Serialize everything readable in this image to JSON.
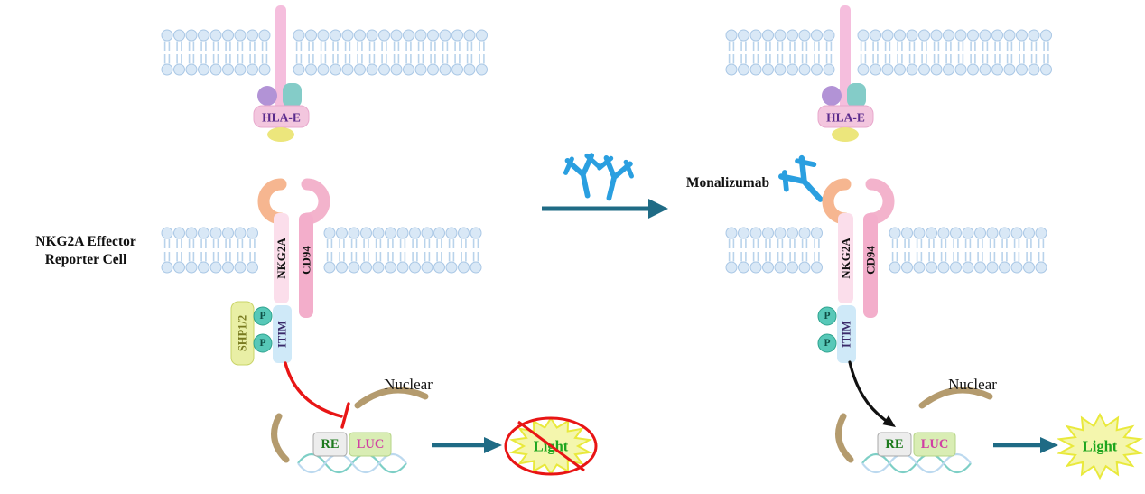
{
  "left": {
    "cell_line1": "NKG2A Effector",
    "cell_line2": "Reporter Cell",
    "hla_e": "HLA-E",
    "nkg2a": "NKG2A",
    "cd94": "CD94",
    "shp12": "SHP1/2",
    "p_top": "P",
    "p_bottom": "P",
    "itim": "ITIM",
    "nuclear": "Nuclear",
    "re": "RE",
    "luc": "LUC",
    "light": "Light"
  },
  "right": {
    "monalizumab": "Monalizumab",
    "hla_e": "HLA-E",
    "nkg2a": "NKG2A",
    "cd94": "CD94",
    "p_top": "P",
    "p_bottom": "P",
    "itim": "ITIM",
    "nuclear": "Nuclear",
    "re": "RE",
    "luc": "LUC",
    "light": "Light"
  },
  "colors": {
    "membrane_head": "#d9e8f6",
    "antibody_blue": "#2a9fe0",
    "hla_e_box_pink": "#f3c6de",
    "hla_e_text_purple": "#5a2a8c",
    "hla_e_stalk_pink": "#f5bedd",
    "beta2m_purple": "#b293d6",
    "peptide_teal": "#84ccc8",
    "peptide_yellow": "#ece67c",
    "nkg2a_peach": "#f6b690",
    "cd94_pink": "#f3aecb",
    "shp_box_yellowgreen": "#e9efa5",
    "shp_text_olive": "#787a1f",
    "phospho_teal": "#57c8b8",
    "itim_box_blue": "#cfe9f8",
    "itim_text_purple": "#3a2a6a",
    "inhibit_red": "#e81515",
    "activate_black": "#111111",
    "nucleus_tan": "#b49b6e",
    "re_text_green": "#1d7a1d",
    "luc_text_magenta": "#d13fa3",
    "light_text_green": "#1ea51e",
    "star_yellow": "#e9e93c",
    "arrow_teal": "#1f6b85",
    "dna_teal": "#7ecfc6",
    "dna_blue": "#bcd9ef"
  }
}
